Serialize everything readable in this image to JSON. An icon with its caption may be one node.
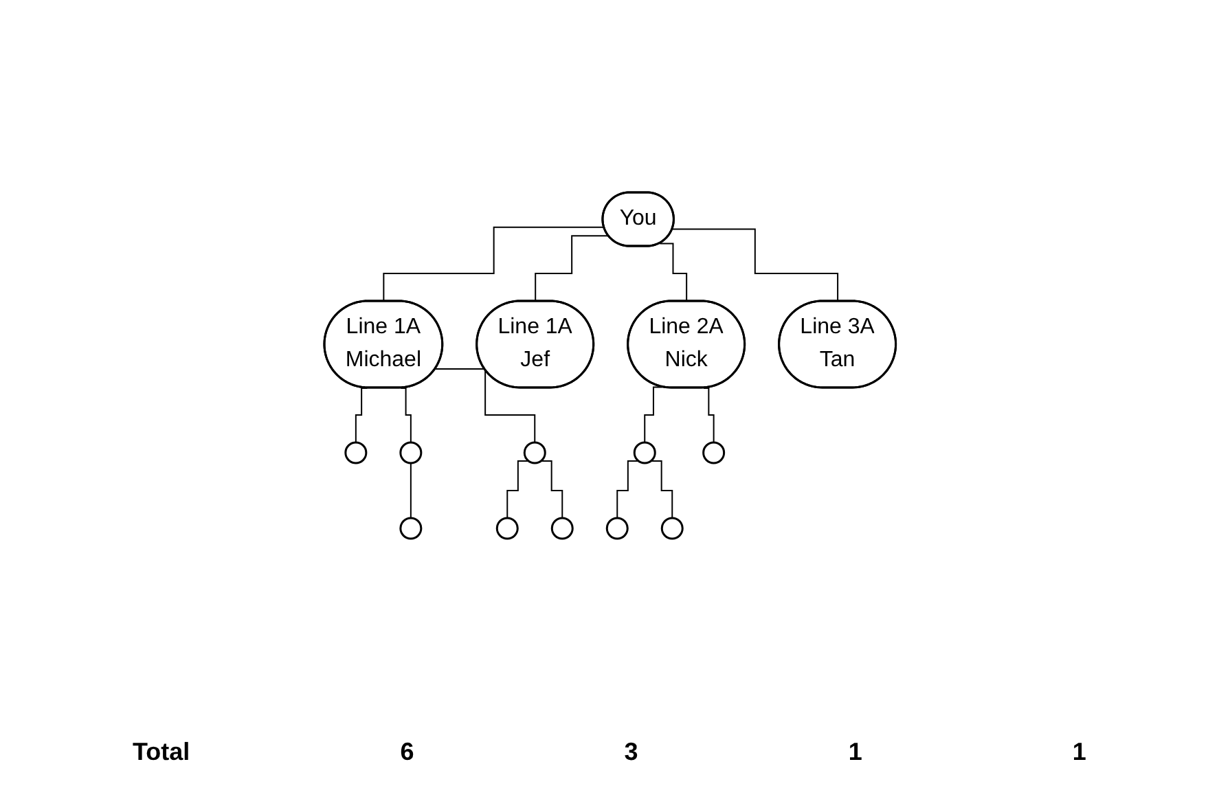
{
  "diagram": {
    "nodes": [
      {
        "text": [
          "You"
        ]
      },
      {
        "text": [
          "Line 1A",
          "Michael"
        ]
      },
      {
        "text": [
          "Line 1A",
          "Jef"
        ]
      },
      {
        "text": [
          "Line 2A",
          "Nick"
        ]
      },
      {
        "text": [
          "Line 3A",
          "Tan"
        ]
      },
      {
        "text": [],
        "shape": "circle"
      },
      {
        "text": [],
        "shape": "circle"
      },
      {
        "text": [],
        "shape": "circle"
      },
      {
        "text": [],
        "shape": "circle"
      },
      {
        "text": [],
        "shape": "circle"
      },
      {
        "text": [],
        "shape": "circle"
      },
      {
        "text": [],
        "shape": "circle"
      },
      {
        "text": [],
        "shape": "circle"
      },
      {
        "text": [],
        "shape": "circle"
      },
      {
        "text": [],
        "shape": "circle"
      }
    ],
    "edges": [
      {
        "from": 0,
        "to": 1,
        "arrow": "none"
      },
      {
        "from": 0,
        "to": 2,
        "arrow": "none"
      },
      {
        "from": 0,
        "to": 3,
        "arrow": "none"
      },
      {
        "from": 0,
        "to": 4,
        "arrow": "none"
      },
      {
        "from": 1,
        "to": 5,
        "arrow": "none"
      },
      {
        "from": 1,
        "to": 6,
        "arrow": "none"
      },
      {
        "from": 1,
        "to": 7,
        "arrow": "none"
      },
      {
        "from": 3,
        "to": 8,
        "arrow": "none"
      },
      {
        "from": 3,
        "to": 9,
        "arrow": "none"
      },
      {
        "from": 6,
        "to": 10,
        "arrow": "none"
      },
      {
        "from": 7,
        "to": 11,
        "arrow": "none"
      },
      {
        "from": 7,
        "to": 12,
        "arrow": "none"
      },
      {
        "from": 8,
        "to": 13,
        "arrow": "none"
      },
      {
        "from": 8,
        "to": 14,
        "arrow": "none"
      }
    ],
    "labels": [
      "Total",
      "6",
      "3",
      "1",
      "1"
    ]
  }
}
